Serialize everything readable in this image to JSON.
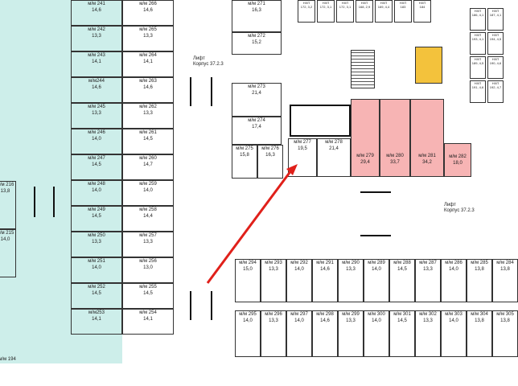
{
  "colors": {
    "teal": "#cdeeea",
    "pink": "#f7b4b4",
    "yellow": "#f3c23c",
    "red_arrow": "#e0201a",
    "walls": "#111111"
  },
  "left_block": {
    "spots": [
      {
        "label": "м/м 241",
        "area": "14,6"
      },
      {
        "label": "м/м 242",
        "area": "13,3"
      },
      {
        "label": "м/м 243",
        "area": "14,1"
      },
      {
        "label": "м/м244",
        "area": "14,6"
      },
      {
        "label": "м/м 245",
        "area": "13,3"
      },
      {
        "label": "м/м 246",
        "area": "14,0"
      },
      {
        "label": "м/м 247",
        "area": "14,5"
      },
      {
        "label": "м/м 248",
        "area": "14,0"
      },
      {
        "label": "м/м 249",
        "area": "14,5"
      },
      {
        "label": "м/м 250",
        "area": "13,3"
      },
      {
        "label": "м/м 251",
        "area": "14,0"
      },
      {
        "label": "м/м 252",
        "area": "14,5"
      },
      {
        "label": "м/м253",
        "area": "14,1"
      }
    ],
    "far_left": [
      {
        "label": "м/м 216",
        "area": "13,8"
      },
      {
        "label": "м/м 215",
        "area": "14,0"
      },
      {
        "label": "м/м 194",
        "area": ""
      }
    ]
  },
  "right_column": {
    "spots": [
      {
        "label": "м/м 266",
        "area": "14,6"
      },
      {
        "label": "м/м 265",
        "area": "13,3"
      },
      {
        "label": "м/м 264",
        "area": "14,1"
      },
      {
        "label": "м/м 263",
        "area": "14,6"
      },
      {
        "label": "м/м 262",
        "area": "13,3"
      },
      {
        "label": "м/м 261",
        "area": "14,5"
      },
      {
        "label": "м/м 260",
        "area": "14,7"
      },
      {
        "label": "м/м 259",
        "area": "14,0"
      },
      {
        "label": "м/м 258",
        "area": "14,4"
      },
      {
        "label": "м/м 257",
        "area": "13,3"
      },
      {
        "label": "м/м 256",
        "area": "13,0"
      },
      {
        "label": "м/м 255",
        "area": "14,5"
      },
      {
        "label": "м/м 254",
        "area": "14,1"
      }
    ]
  },
  "center": {
    "lift_top": {
      "title": "Лифт",
      "subtitle": "Корпус 37.2.3"
    },
    "lift_bottom": {
      "title": "Лифт",
      "subtitle": "Корпус 37.2.3"
    },
    "spots_upper": [
      {
        "label": "м/м 271",
        "area": "16,3"
      },
      {
        "label": "м/м 272",
        "area": "15,2"
      },
      {
        "label": "м/м 273",
        "area": "21,4"
      },
      {
        "label": "м/м 274",
        "area": "17,4"
      }
    ],
    "spots_mid": [
      {
        "label": "м/м 275",
        "area": "15,8"
      },
      {
        "label": "м/м 276",
        "area": "16,3"
      },
      {
        "label": "м/м 277",
        "area": "19,5"
      },
      {
        "label": "м/м 278",
        "area": "21,4"
      }
    ],
    "pink_spots": [
      {
        "label": "м/м 279",
        "area": "29,4"
      },
      {
        "label": "м/м 280",
        "area": "33,7"
      },
      {
        "label": "м/м 281",
        "area": "34,2"
      },
      {
        "label": "м/м 282",
        "area": "18,0"
      }
    ]
  },
  "bottom_rows": {
    "top_row": [
      {
        "label": "м/м 294",
        "area": "15,0"
      },
      {
        "label": "м/м 293",
        "area": "13,3"
      },
      {
        "label": "м/м 292",
        "area": "14,0"
      },
      {
        "label": "м/м 291",
        "area": "14,6"
      },
      {
        "label": "м/м 290",
        "area": "13,3"
      },
      {
        "label": "м/м 289",
        "area": "14,0"
      },
      {
        "label": "м/м 288",
        "area": "14,5"
      },
      {
        "label": "м/м 287",
        "area": "13,3"
      },
      {
        "label": "м/м 286",
        "area": "14,0"
      },
      {
        "label": "м/м 285",
        "area": "13,8"
      },
      {
        "label": "м/м 284",
        "area": "13,8"
      }
    ],
    "bottom_row": [
      {
        "label": "м/м 295",
        "area": "14,0"
      },
      {
        "label": "м/м 296",
        "area": "13,3"
      },
      {
        "label": "м/м 297",
        "area": "14,0"
      },
      {
        "label": "м/м 298",
        "area": "14,6"
      },
      {
        "label": "м/м 299",
        "area": "13,3"
      },
      {
        "label": "м/м 300",
        "area": "14,0"
      },
      {
        "label": "м/м 301",
        "area": "14,5"
      },
      {
        "label": "м/м 302",
        "area": "13,3"
      },
      {
        "label": "м/м 303",
        "area": "14,0"
      },
      {
        "label": "м/м 304",
        "area": "13,8"
      },
      {
        "label": "м/м 305",
        "area": "13,8"
      }
    ]
  },
  "storage": {
    "top_units": [
      {
        "label": "НХП",
        "area": "172, 3,2"
      },
      {
        "label": "НХП",
        "area": "172, 3,1"
      },
      {
        "label": "НХП",
        "area": "172, 3,1"
      },
      {
        "label": "НХП",
        "area": "168, 2,9"
      },
      {
        "label": "НХП",
        "area": "169, 4,4"
      },
      {
        "label": "НХП",
        "area": "183"
      },
      {
        "label": "НХП",
        "area": "184"
      }
    ],
    "right_units": [
      {
        "label": "НХП",
        "area": "186, 4,1"
      },
      {
        "label": "НХП",
        "area": "187, 4,1"
      },
      {
        "label": "НХП",
        "area": "193, 4,1"
      },
      {
        "label": "НХП",
        "area": "194, 4,5"
      },
      {
        "label": "НХП",
        "area": "189, 4,5"
      },
      {
        "label": "НХП",
        "area": "190, 4,6"
      },
      {
        "label": "НХП",
        "area": "191, 4,6"
      },
      {
        "label": "НХП",
        "area": "192, 4,7"
      }
    ]
  }
}
